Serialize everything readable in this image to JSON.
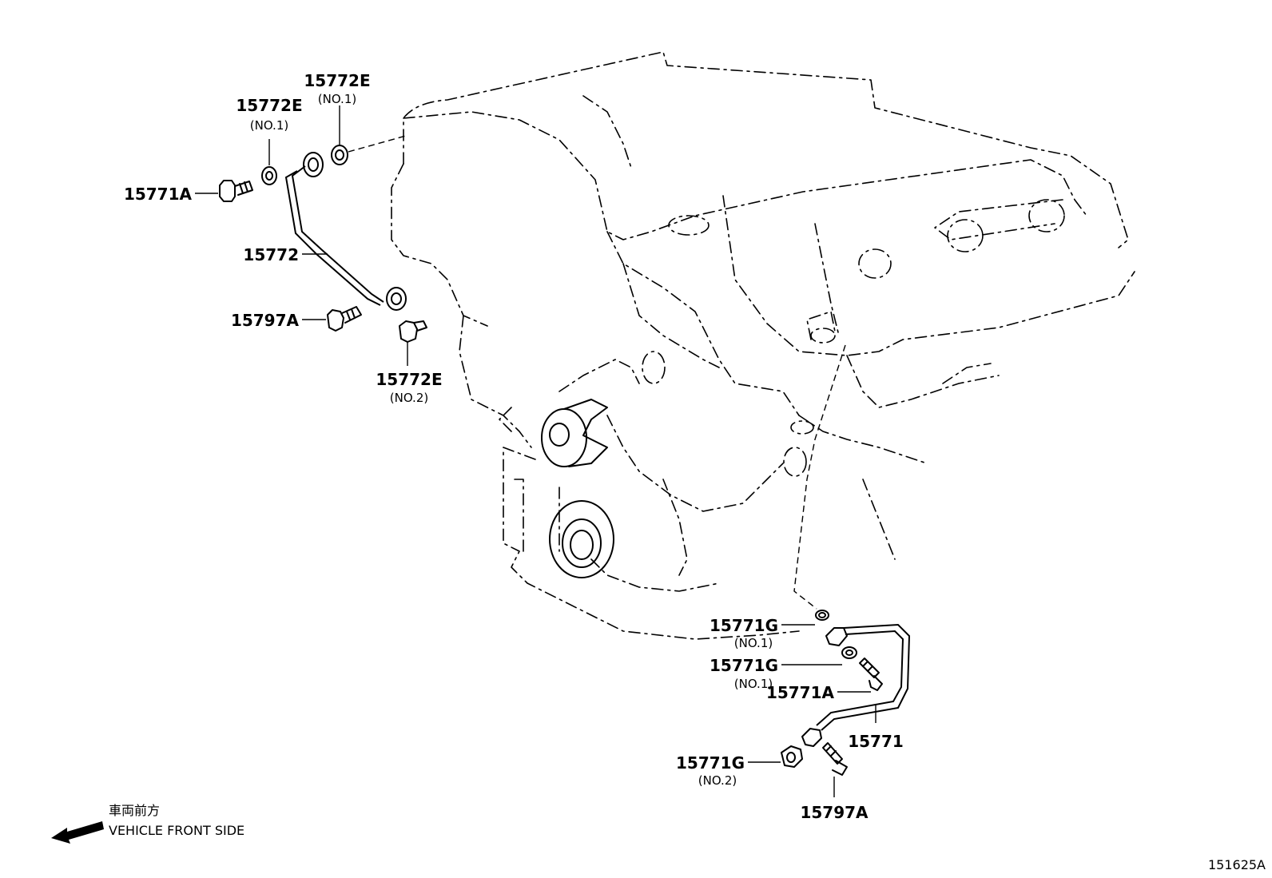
{
  "callouts": {
    "c1": {
      "part": "15772E",
      "sub": "(NO.1)"
    },
    "c2": {
      "part": "15772E",
      "sub": "(NO.1)"
    },
    "c3": {
      "part": "15771A"
    },
    "c4": {
      "part": "15772"
    },
    "c5": {
      "part": "15797A"
    },
    "c6": {
      "part": "15772E",
      "sub": "(NO.2)"
    },
    "c7": {
      "part": "15771G",
      "sub": "(NO.1)"
    },
    "c8": {
      "part": "15771G",
      "sub": "(NO.1)"
    },
    "c9": {
      "part": "15771A"
    },
    "c10": {
      "part": "15771"
    },
    "c11": {
      "part": "15771G",
      "sub": "(NO.2)"
    },
    "c12": {
      "part": "15797A"
    }
  },
  "direction": {
    "jp": "車両前方",
    "en": "VEHICLE FRONT SIDE"
  },
  "figure_id": "151625A"
}
